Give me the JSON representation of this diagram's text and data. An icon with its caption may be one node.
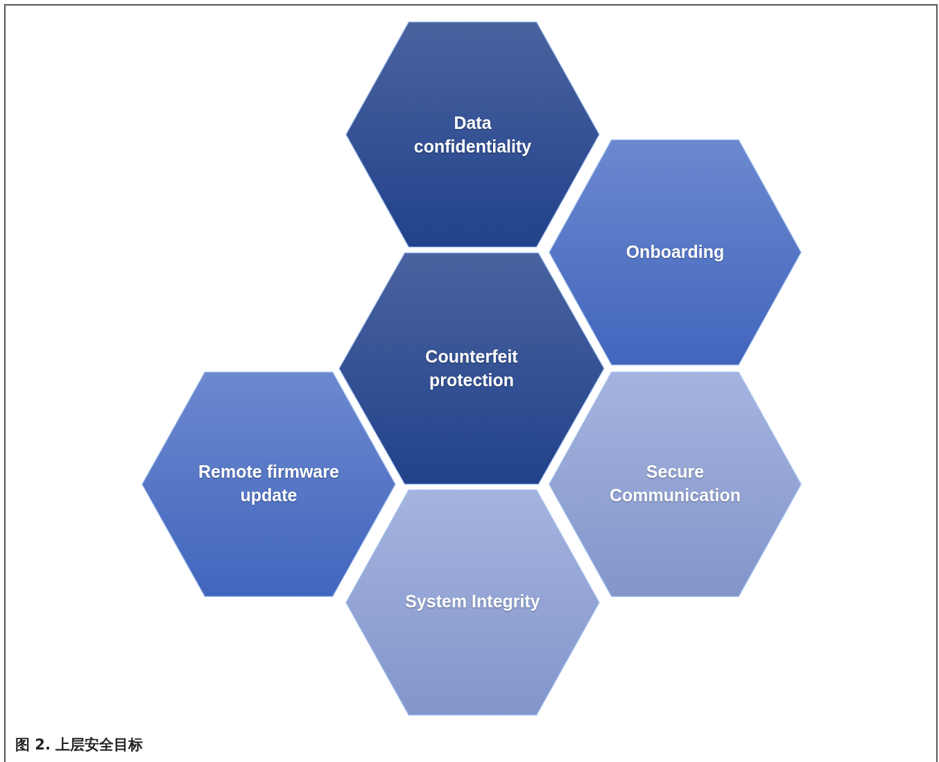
{
  "diagram": {
    "caption": "图 2. 上层安全目标",
    "nodes": [
      {
        "text": [
          "Data confidentiality"
        ]
      },
      {
        "text": [
          "Onboarding"
        ]
      },
      {
        "text": [
          "Counterfeit protection"
        ]
      },
      {
        "text": [
          "Remote firmware update"
        ]
      },
      {
        "text": [
          "Secure Communication"
        ]
      },
      {
        "text": [
          "System Integrity"
        ]
      }
    ]
  }
}
